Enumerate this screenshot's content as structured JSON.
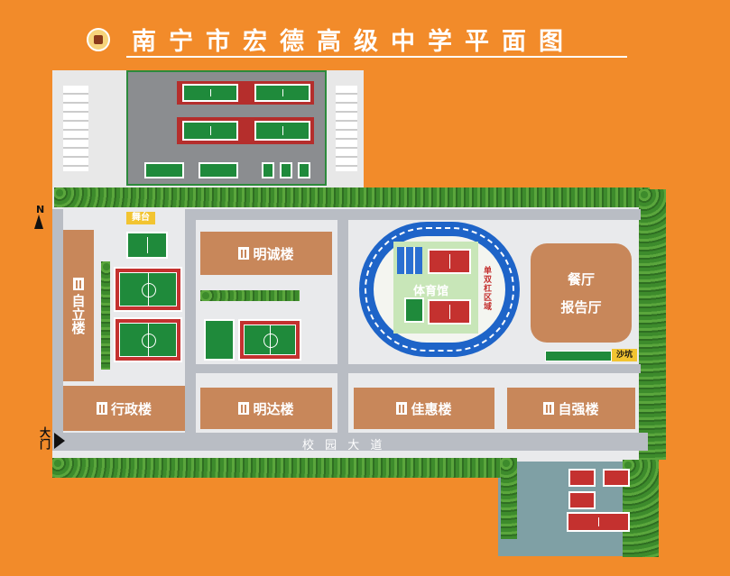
{
  "title": "南宁市宏德高级中学平面图",
  "colors": {
    "background": "#f28b2a",
    "building": "#c8875a",
    "court": "#1f8a3b",
    "track": "#1e64c8",
    "road": "#b9bdc4"
  },
  "compass": "N",
  "gate": "大门",
  "road_label": "校 园 大 道",
  "buildings": {
    "zili": "自立楼",
    "xingzheng": "行政楼",
    "mingcheng": "明诚楼",
    "mingda": "明达楼",
    "jiahui": "佳惠楼",
    "ziqiang": "自强楼",
    "canting": "餐厅",
    "baogaoting": "报告厅",
    "tiyuguan": "体育馆"
  },
  "labels": {
    "stage": "舞台",
    "sandpit": "沙坑",
    "track_side": "单双杠区域"
  }
}
